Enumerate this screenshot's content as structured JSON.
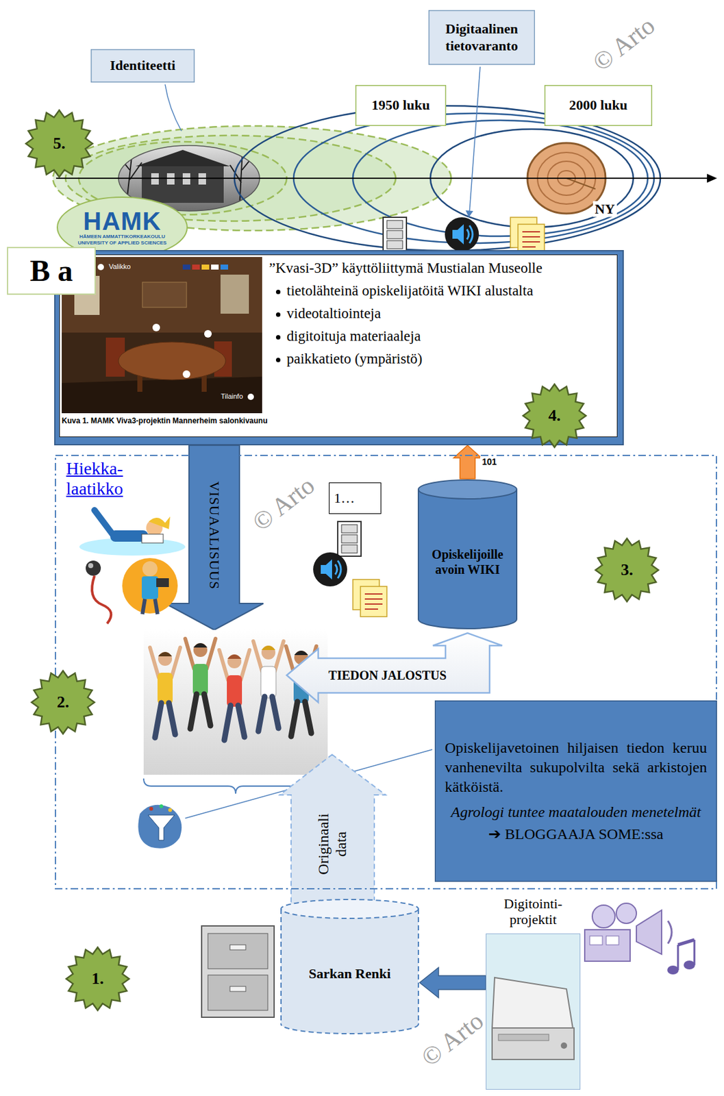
{
  "diagram": {
    "nodes": [
      {
        "text": [
          "Identiteetti"
        ]
      },
      {
        "text": [
          "Digitaalinen tietovaranto"
        ]
      },
      {
        "text": [
          "1950 luku"
        ]
      },
      {
        "text": [
          "2000 luku"
        ]
      },
      {
        "text": [
          "HAMK",
          "HÄMEEN AMMATTIKORKEAKOULU",
          "UNIVERSITY OF APPLIED SCIENCES"
        ]
      },
      {
        "text": [
          "B a"
        ]
      },
      {
        "text": [
          "”Kvasi-3D” käyttöliittymä Mustialan Museolle",
          "tietolähteinä opiskelijatöitä WIKI alustalta",
          "videotaltiointeja",
          "digitoituja materiaaleja",
          "paikkatieto (ympäristö)",
          "Kuva 1. MAMK Viva3-projektin Mannerheim salonkivaunu"
        ]
      },
      {
        "text": [
          "Hiekka-laatikko"
        ]
      },
      {
        "text": [
          "1…"
        ],
        "in": 7
      },
      {
        "text": [
          "Opiskelijoille avoin WIKI"
        ],
        "in": 7
      },
      {
        "text": [
          "Opiskelijavetoinen hiljaisen tiedon keruu vanhenevilta sukupolvilta sekä arkistojen kätköistä.",
          "Agrologi tuntee maatalouden menetelmät",
          "➔ BLOGGAAJA SOME:ssa"
        ],
        "in": 7
      },
      {
        "text": [
          "Sarkan Renki"
        ]
      },
      {
        "text": [
          "Digitointi-projektit"
        ]
      }
    ],
    "edges": [
      {
        "from": 12,
        "to": 11,
        "arrow": "to"
      },
      {
        "from": 9,
        "to": 6,
        "arrow": "to",
        "label": "101"
      }
    ],
    "labels": [
      "5.",
      "NY",
      "© Arto",
      "Valikko",
      "Tilainfo",
      "4.",
      "VISUAALISUUS",
      "© Arto",
      "3.",
      "2.",
      "TIEDON JALOSTUS",
      "Originaali data",
      "1.",
      "© Arto"
    ]
  }
}
